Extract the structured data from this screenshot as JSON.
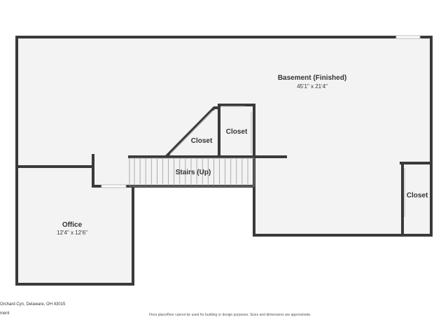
{
  "rooms": {
    "basement": {
      "name": "Basement (Finished)",
      "dimensions": "45'1\" x 21'4\""
    },
    "office": {
      "name": "Office",
      "dimensions": "12'4\" x 12'6\""
    },
    "closet_left": {
      "name": "Closet"
    },
    "closet_middle": {
      "name": "Closet"
    },
    "closet_right": {
      "name": "Closet"
    },
    "stairs": {
      "name": "Stairs (Up)"
    }
  },
  "footer": {
    "address": "Orchard Cyn, Delaware, OH 43015",
    "level": "ment",
    "disclaimer": "Floor plans/floor cannot be used for building or design purposes. Sizes and dimensions are approximate."
  },
  "colors": {
    "wall": "#3a3a3a",
    "floor": "#f3f3f3",
    "window": "#ffffff"
  }
}
